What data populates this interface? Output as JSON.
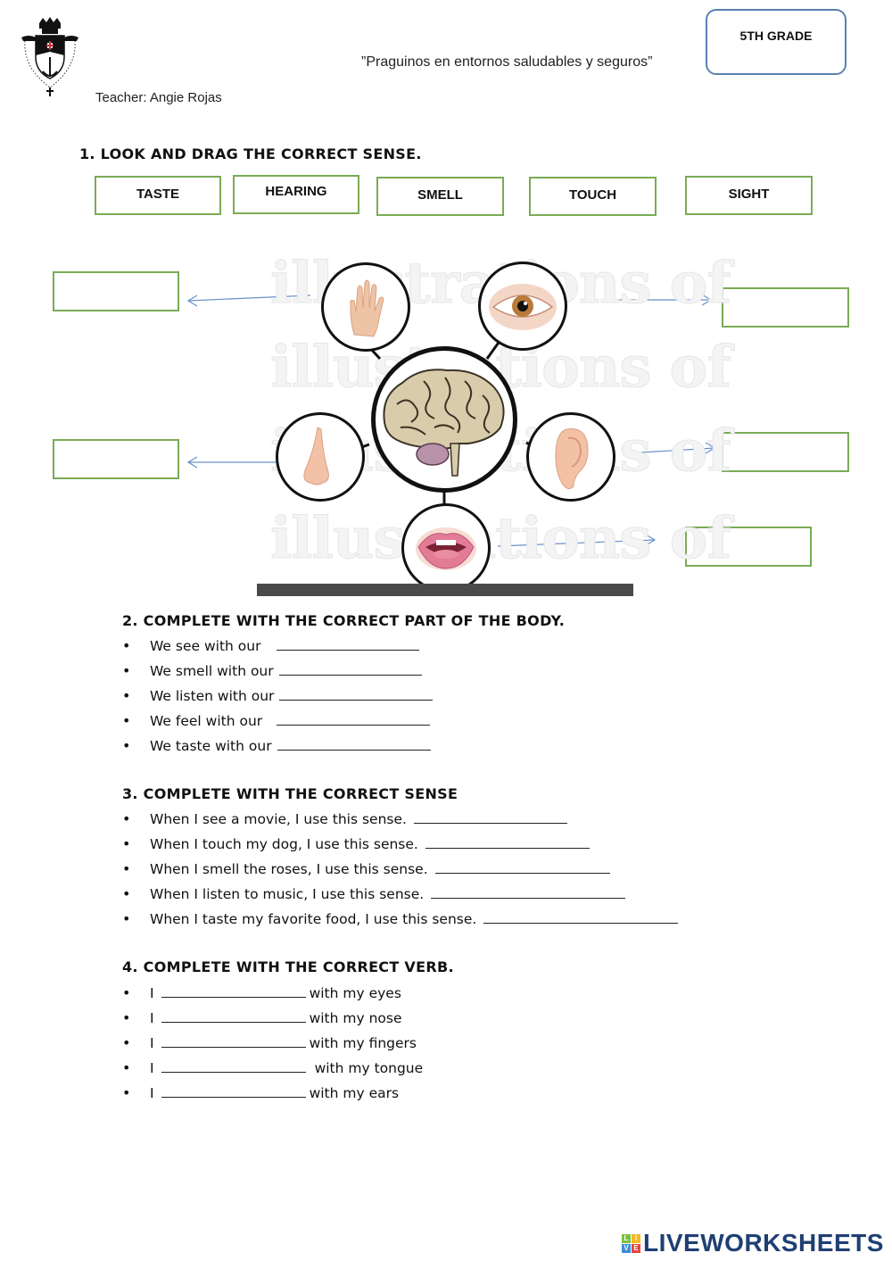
{
  "header": {
    "motto": "”Praguinos en entornos saludables y seguros”",
    "teacher": "Teacher: Angie Rojas",
    "grade": "5TH GRADE"
  },
  "colors": {
    "chip_border": "#7aab55",
    "grade_border": "#5b7fb0",
    "arrow": "#6a8fc8",
    "brand": "#1f3f73"
  },
  "section1": {
    "title": "1. LOOK AND DRAG THE CORRECT SENSE.",
    "options": [
      {
        "label": "TASTE"
      },
      {
        "label": "HEARING"
      },
      {
        "label": "SMELL"
      },
      {
        "label": "TOUCH"
      },
      {
        "label": "SIGHT"
      }
    ],
    "diagram": {
      "center": "brain",
      "organs": [
        "hand",
        "eye",
        "nose",
        "ear",
        "mouth"
      ],
      "watermark": "illustrations of"
    },
    "drop_targets": [
      {
        "organ": "hand",
        "value": ""
      },
      {
        "organ": "eye",
        "value": ""
      },
      {
        "organ": "nose",
        "value": ""
      },
      {
        "organ": "ear",
        "value": ""
      },
      {
        "organ": "mouth",
        "value": ""
      }
    ]
  },
  "section2": {
    "title": "2. COMPLETE WITH THE CORRECT PART OF THE BODY.",
    "items": [
      {
        "text": "We see with our",
        "value": ""
      },
      {
        "text": "We smell with our",
        "value": ""
      },
      {
        "text": "We listen with our",
        "value": ""
      },
      {
        "text": "We feel with our",
        "value": ""
      },
      {
        "text": "We taste with our",
        "value": ""
      }
    ]
  },
  "section3": {
    "title": "3. COMPLETE WITH THE CORRECT SENSE",
    "items": [
      {
        "text": "When I see a movie, I use this sense.",
        "value": ""
      },
      {
        "text": "When I touch my dog, I use this sense.",
        "value": ""
      },
      {
        "text": "When I smell the roses, I use this sense.",
        "value": ""
      },
      {
        "text": "When I listen to music, I use this sense.",
        "value": ""
      },
      {
        "text": "When I taste my favorite food, I use this sense.",
        "value": ""
      }
    ]
  },
  "section4": {
    "title": "4. COMPLETE WITH THE CORRECT VERB.",
    "items": [
      {
        "prefix": "I",
        "suffix": "with my eyes",
        "value": ""
      },
      {
        "prefix": "I",
        "suffix": "with my nose",
        "value": ""
      },
      {
        "prefix": "I",
        "suffix": "with my fingers",
        "value": ""
      },
      {
        "prefix": "I",
        "suffix": "with my tongue",
        "value": ""
      },
      {
        "prefix": "I",
        "suffix": "with my ears",
        "value": ""
      }
    ]
  },
  "brand": {
    "cubes": [
      "L",
      "I",
      "V",
      "E"
    ],
    "text": "LIVEWORKSHEETS"
  }
}
